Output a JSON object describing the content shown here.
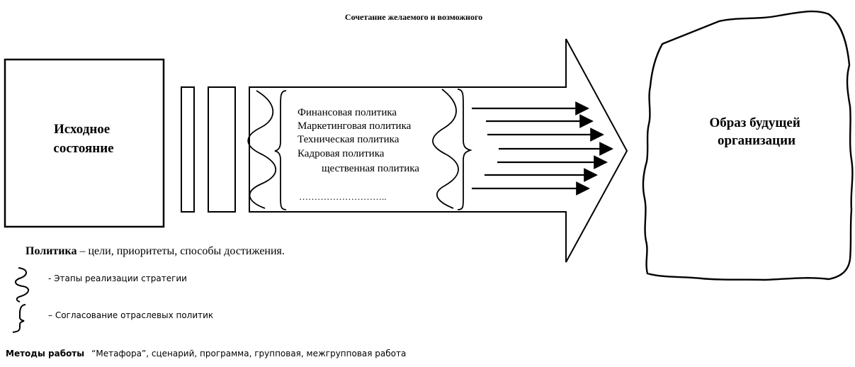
{
  "diagram": {
    "title": "Сочетание желаемого и возможного",
    "initial_state": [
      "Исходное",
      "состояние"
    ],
    "future_image": [
      "Образ будущей",
      "организации"
    ],
    "policies": [
      "Финансовая политика",
      "Маркетинговая политика",
      "Техническая политика",
      "Кадровая политика",
      "щественная политика",
      "……………………….."
    ],
    "definition": {
      "term": "Политика",
      "text": " – цели, приоритеты, способы достижения."
    },
    "legend": {
      "wave": "- Этапы реализации стратегии",
      "brace": "– Согласование отраслевых политик"
    },
    "methods": {
      "label": "Методы работы",
      "text": "“Метафора”, сценарий, программа, групповая, межгрупповая работа"
    }
  },
  "colors": {
    "ink": "#000000",
    "paper": "#ffffff"
  }
}
